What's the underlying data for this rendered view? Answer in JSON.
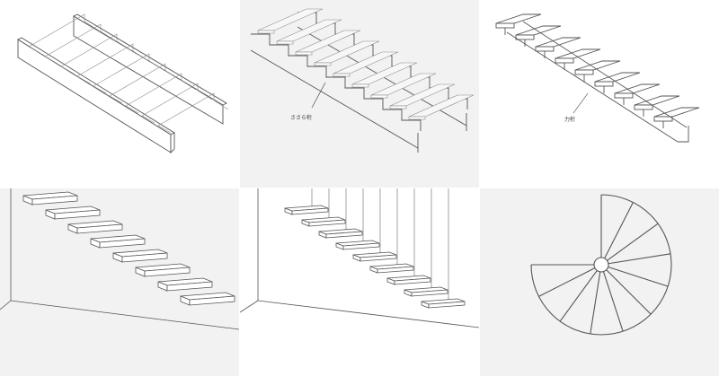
{
  "panels": [
    {
      "id": "p1",
      "label": ""
    },
    {
      "id": "p2",
      "label": "ささら桁"
    },
    {
      "id": "p3",
      "label": "力桁"
    },
    {
      "id": "p4",
      "label": ""
    },
    {
      "id": "p5",
      "label": ""
    },
    {
      "id": "p6",
      "label": ""
    }
  ],
  "colors": {
    "line": "#555555",
    "bg_white": "#ffffff",
    "bg_gray": "#f2f2f2",
    "stroke_light": "#9a9a9a"
  }
}
